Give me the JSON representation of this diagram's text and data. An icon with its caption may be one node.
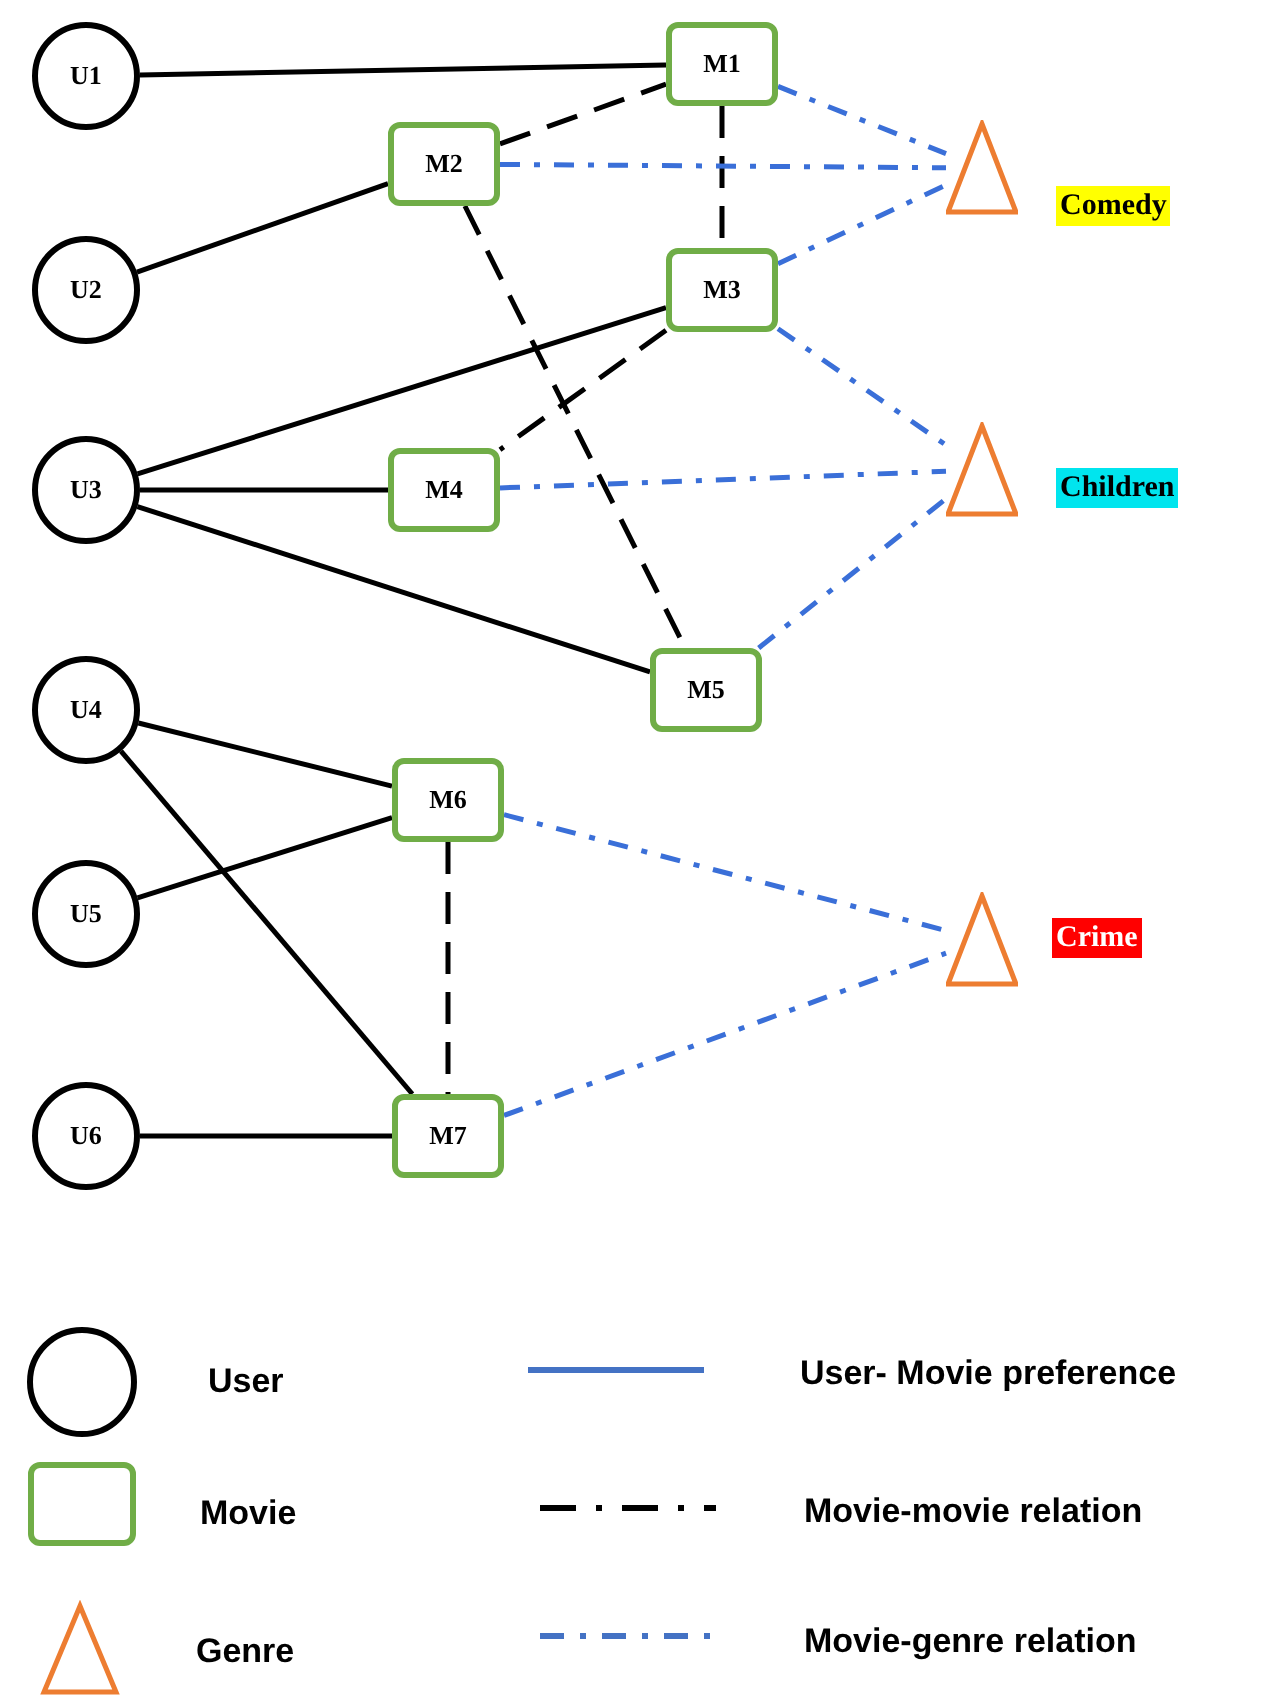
{
  "diagram": {
    "nodes": [
      {
        "text": [
          "U1"
        ]
      },
      {
        "text": [
          "U2"
        ]
      },
      {
        "text": [
          "U3"
        ]
      },
      {
        "text": [
          "U4"
        ]
      },
      {
        "text": [
          "U5"
        ]
      },
      {
        "text": [
          "U6"
        ]
      },
      {
        "text": [
          "M1"
        ]
      },
      {
        "text": [
          "M2"
        ]
      },
      {
        "text": [
          "M3"
        ]
      },
      {
        "text": [
          "M4"
        ]
      },
      {
        "text": [
          "M5"
        ]
      },
      {
        "text": [
          "M6"
        ]
      },
      {
        "text": [
          "M7"
        ]
      },
      {
        "text": [],
        "shape": "triangle",
        "beside": [
          "Comedy"
        ]
      },
      {
        "text": [],
        "shape": "triangle",
        "beside": [
          "Children"
        ]
      },
      {
        "text": [],
        "shape": "triangle",
        "beside": [
          "Crime"
        ]
      }
    ],
    "edges": [
      {
        "from": 0,
        "to": 6,
        "arrow": "none"
      },
      {
        "from": 1,
        "to": 7,
        "arrow": "none"
      },
      {
        "from": 2,
        "to": 8,
        "arrow": "none"
      },
      {
        "from": 2,
        "to": 9,
        "arrow": "none"
      },
      {
        "from": 2,
        "to": 10,
        "arrow": "none"
      },
      {
        "from": 3,
        "to": 11,
        "arrow": "none"
      },
      {
        "from": 3,
        "to": 12,
        "arrow": "none"
      },
      {
        "from": 4,
        "to": 11,
        "arrow": "none"
      },
      {
        "from": 5,
        "to": 12,
        "arrow": "none"
      },
      {
        "from": 7,
        "to": 6,
        "arrow": "none",
        "style": "dashed"
      },
      {
        "from": 6,
        "to": 8,
        "arrow": "none",
        "style": "dashed"
      },
      {
        "from": 7,
        "to": 10,
        "arrow": "none",
        "style": "dashed"
      },
      {
        "from": 8,
        "to": 9,
        "arrow": "none",
        "style": "dashed"
      },
      {
        "from": 11,
        "to": 12,
        "arrow": "none",
        "style": "dashed"
      },
      {
        "from": 6,
        "to": 13,
        "arrow": "none",
        "style": "dashed",
        "color": "#3a6fd8"
      },
      {
        "from": 7,
        "to": 13,
        "arrow": "none",
        "style": "dashed",
        "color": "#3a6fd8"
      },
      {
        "from": 8,
        "to": 13,
        "arrow": "none",
        "style": "dashed",
        "color": "#3a6fd8"
      },
      {
        "from": 8,
        "to": 14,
        "arrow": "none",
        "style": "dashed",
        "color": "#3a6fd8"
      },
      {
        "from": 9,
        "to": 14,
        "arrow": "none",
        "style": "dashed",
        "color": "#3a6fd8"
      },
      {
        "from": 10,
        "to": 14,
        "arrow": "none",
        "style": "dashed",
        "color": "#3a6fd8"
      },
      {
        "from": 11,
        "to": 15,
        "arrow": "none",
        "style": "dashed",
        "color": "#3a6fd8"
      },
      {
        "from": 12,
        "to": 15,
        "arrow": "none",
        "style": "dashed",
        "color": "#3a6fd8"
      }
    ],
    "legend": [
      {
        "text": "User"
      },
      {
        "text": "User- Movie preference"
      },
      {
        "text": "Movie"
      },
      {
        "text": "Movie-movie relation"
      },
      {
        "text": "Genre"
      },
      {
        "text": "Movie-genre relation"
      }
    ]
  }
}
